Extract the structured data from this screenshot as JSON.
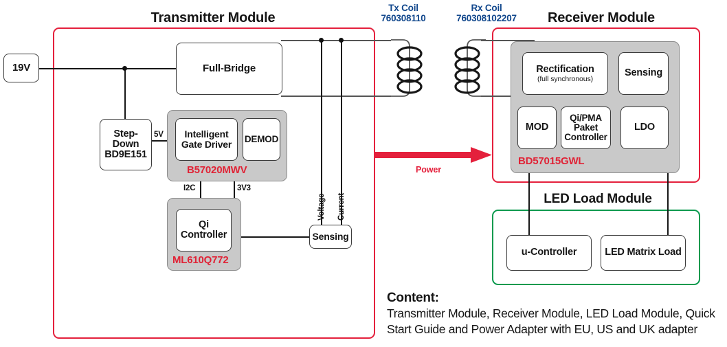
{
  "diagram": {
    "titles": {
      "transmitter": "Transmitter Module",
      "receiver": "Receiver Module",
      "led_load": "LED Load Module"
    },
    "coils": {
      "tx": {
        "name": "Tx Coil",
        "part": "760308110"
      },
      "rx": {
        "name": "Rx Coil",
        "part": "760308102207"
      }
    },
    "source": {
      "label": "19V"
    },
    "transmitter": {
      "full_bridge": "Full-Bridge",
      "step_down": {
        "line1": "Step-",
        "line2": "Down",
        "line3": "BD9E151"
      },
      "ic_main": {
        "part": "B57020MWV",
        "blocks": [
          {
            "line1": "Intelligent",
            "line2": "Gate Driver"
          },
          {
            "line1": "DEMOD"
          }
        ]
      },
      "ic_controller": {
        "part": "ML610Q772",
        "blocks": [
          {
            "line1": "Qi",
            "line2": "Controller"
          }
        ]
      },
      "sensing": "Sensing",
      "rail_labels": {
        "v5": "5V",
        "i2c": "I2C",
        "v3v3": "3V3"
      },
      "sense_labels": {
        "voltage": "Voltage",
        "current": "Current"
      }
    },
    "power_arrow": {
      "label": "Power",
      "color": "#E4203C"
    },
    "receiver": {
      "ic": {
        "part": "BD57015GWL",
        "blocks": [
          {
            "line1": "Rectification",
            "sub": "(full synchronous)"
          },
          {
            "line1": "Sensing"
          },
          {
            "line1": "MOD"
          },
          {
            "line1": "Qi/PMA",
            "line2": "Paket",
            "line3": "Controller"
          },
          {
            "line1": "LDO"
          }
        ]
      }
    },
    "led_load": {
      "blocks": [
        {
          "label": "u-Controller"
        },
        {
          "label": "LED Matrix Load"
        }
      ]
    },
    "content": {
      "heading": "Content:",
      "line1": "Transmitter Module, Receiver Module, LED Load Module, Quick",
      "line2": "Start Guide and Power Adapter with EU, US and UK adapter"
    },
    "colors": {
      "module_red": "#E4203C",
      "module_green": "#0A9A4E",
      "coil_blue": "#11478C",
      "ic_grey": "#C9C9C9",
      "part_red": "#E02336"
    }
  }
}
